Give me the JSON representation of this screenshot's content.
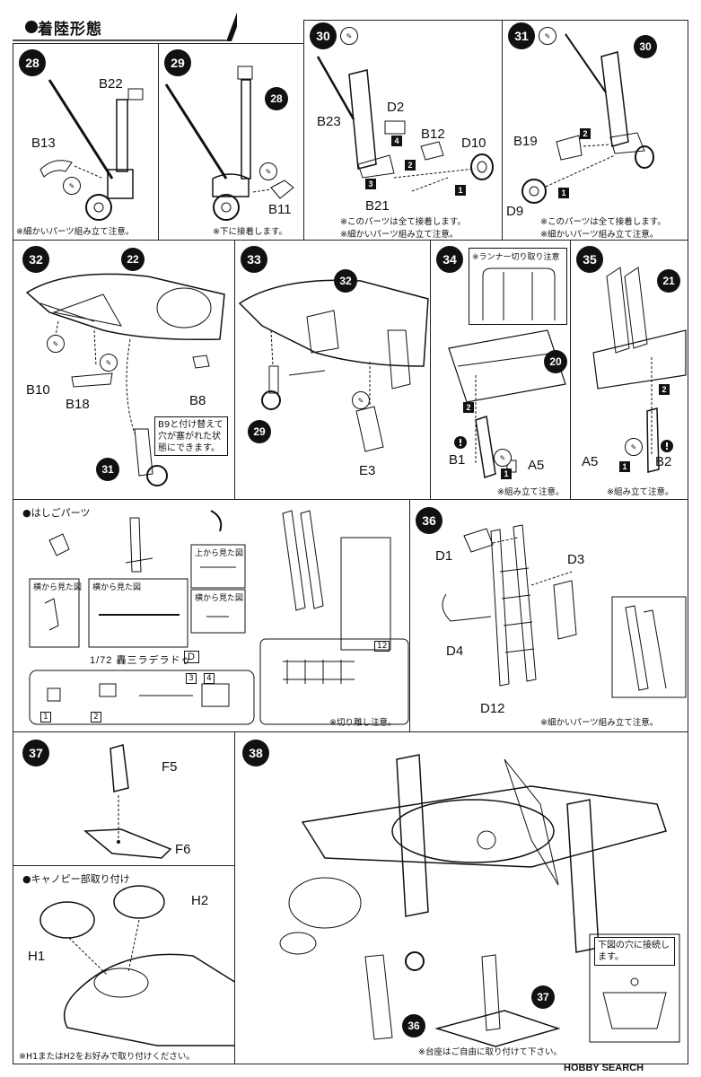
{
  "header": {
    "title": "着陸形態"
  },
  "steps": {
    "s28": {
      "num": "28",
      "labels": {
        "b22": "B22",
        "b13": "B13"
      },
      "note": "※細かいパーツ組み立て注意。"
    },
    "s29": {
      "num": "29",
      "ref": "28",
      "labels": {
        "b11": "B11"
      },
      "note": "※下に接着します。"
    },
    "s30": {
      "num": "30",
      "labels": {
        "d2": "D2",
        "b12": "B12",
        "b23": "B23",
        "d10": "D10",
        "b21": "B21"
      },
      "order": [
        "1",
        "2",
        "3",
        "4"
      ],
      "note1": "※このパーツは全て接着します。",
      "note2": "※細かいパーツ組み立て注意。"
    },
    "s31": {
      "num": "31",
      "ref": "30",
      "labels": {
        "b19": "B19",
        "d9": "D9"
      },
      "order": [
        "1",
        "2"
      ],
      "note1": "※このパーツは全て接着します。",
      "note2": "※細かいパーツ組み立て注意。"
    },
    "s32": {
      "num": "32",
      "ref": "22",
      "labels": {
        "b10": "B10",
        "b18": "B18",
        "b8": "B8"
      },
      "ref2": "31",
      "callout": "B9と付け替えて穴が塞がれた状態にできます。"
    },
    "s33": {
      "num": "33",
      "ref": "32",
      "ref2": "29",
      "labels": {
        "e3": "E3"
      }
    },
    "s34": {
      "num": "34",
      "ref": "20",
      "labels": {
        "b1": "B1",
        "a5": "A5"
      },
      "inset": "※ランナー切り取り注意",
      "order": [
        "1",
        "2"
      ],
      "note": "※組み立て注意。"
    },
    "s35": {
      "num": "35",
      "ref": "21",
      "labels": {
        "a5": "A5",
        "b2": "B2"
      },
      "order": [
        "1",
        "2"
      ],
      "note": "※組み立て注意。"
    },
    "ladder": {
      "title": "●はしごパーツ",
      "side1": "横から見た図",
      "side2": "横から見た図",
      "top": "上から見た図",
      "side3": "横から見た図",
      "sprue": "1/72 轟三ラデラドゥ",
      "sprue_letter": "D",
      "gates": [
        "1",
        "2",
        "3",
        "4"
      ],
      "gate12": "12",
      "note": "※切り離し注意。"
    },
    "s36": {
      "num": "36",
      "labels": {
        "d1": "D1",
        "d3": "D3",
        "d4": "D4",
        "d12": "D12"
      },
      "note": "※細かいパーツ組み立て注意。"
    },
    "s37": {
      "num": "37",
      "labels": {
        "f5": "F5",
        "f6": "F6"
      }
    },
    "canopy": {
      "title": "●キャノピー部取り付け",
      "labels": {
        "h1": "H1",
        "h2": "H2"
      },
      "note": "※H1またはH2をお好みで取り付けください。"
    },
    "s38": {
      "num": "38",
      "ref36": "36",
      "ref37": "37",
      "callout": "下図の穴に接続します。",
      "note": "※台座はご自由に取り付けて下さい。"
    }
  },
  "watermark": {
    "text": "HOBBY SEARCH"
  }
}
